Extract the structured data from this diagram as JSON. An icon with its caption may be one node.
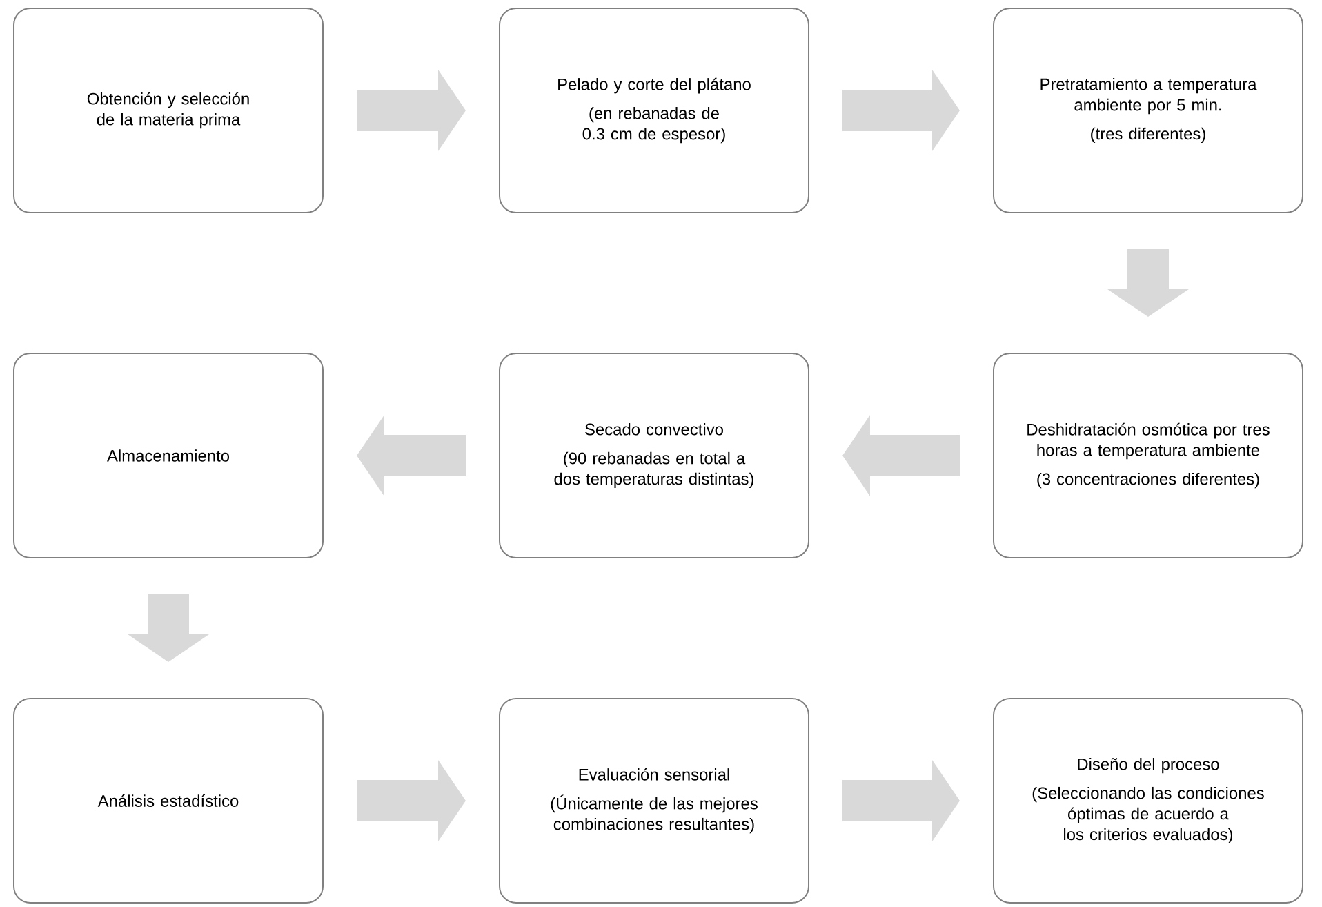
{
  "diagram": {
    "nodes": [
      {
        "text": [
          "Obtención y selección de la materia prima"
        ]
      },
      {
        "text": [
          "Pelado y corte del plátano",
          "(en rebanadas de 0.3 cm de espesor)"
        ]
      },
      {
        "text": [
          "Pretratamiento a temperatura ambiente por 5 min.",
          "(tres diferentes)"
        ]
      },
      {
        "text": [
          "Deshidratación osmótica por tres horas a temperatura ambiente",
          "(3 concentraciones diferentes)"
        ]
      },
      {
        "text": [
          "Secado convectivo",
          "(90 rebanadas en total a dos temperaturas distintas)"
        ]
      },
      {
        "text": [
          "Almacenamiento"
        ]
      },
      {
        "text": [
          "Análisis estadístico"
        ]
      },
      {
        "text": [
          "Evaluación sensorial",
          "(Únicamente de las mejores combinaciones resultantes)"
        ]
      },
      {
        "text": [
          "Diseño del proceso",
          "(Seleccionando las condiciones óptimas de acuerdo a los criterios evaluados)"
        ]
      }
    ],
    "edges": [
      {
        "from": 0,
        "to": 1,
        "arrow": "to"
      },
      {
        "from": 1,
        "to": 2,
        "arrow": "to"
      },
      {
        "from": 2,
        "to": 3,
        "arrow": "to"
      },
      {
        "from": 3,
        "to": 4,
        "arrow": "to"
      },
      {
        "from": 4,
        "to": 5,
        "arrow": "to"
      },
      {
        "from": 5,
        "to": 6,
        "arrow": "to"
      },
      {
        "from": 6,
        "to": 7,
        "arrow": "to"
      },
      {
        "from": 7,
        "to": 8,
        "arrow": "to"
      }
    ]
  }
}
